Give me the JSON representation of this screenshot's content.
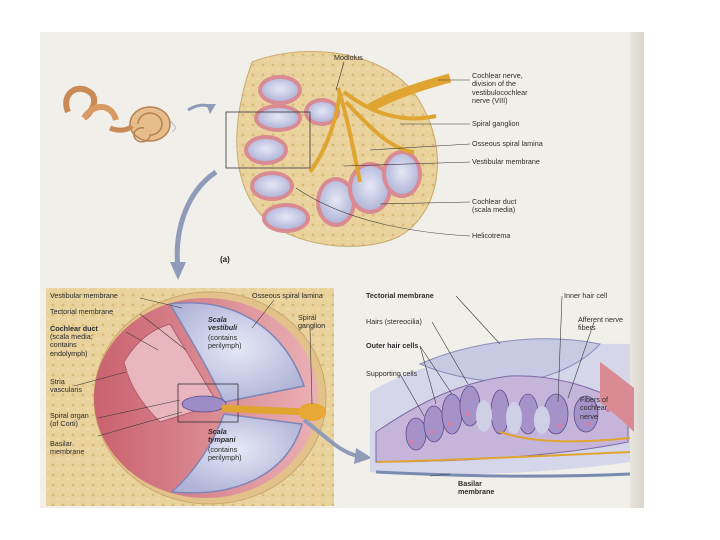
{
  "colors": {
    "background": "#ffffff",
    "page": "#f1efe9",
    "bone": "#e7d19a",
    "perilymph": "#c9cbe6",
    "membrane_pink": "#d98a92",
    "nerve": "#e0a431",
    "hair_cells": "#7c6aa4"
  },
  "panel_a": {
    "label": "(a)",
    "labels": {
      "modiolus": "Modiolus",
      "cochlear_nerve": "Cochlear nerve,\ndivision of the\nvestibulocochlear\nnerve (VIII)",
      "spiral_ganglion": "Spiral ganglion",
      "osseous_spiral_lamina": "Osseous spiral lamina",
      "vestibular_membrane": "Vestibular membrane",
      "cochlear_duct": "Cochlear duct\n(scala media)",
      "helicotrema": "Helicotrema"
    }
  },
  "panel_b": {
    "labels": {
      "vestibular_membrane": "Vestibular membrane",
      "tectorial_membrane": "Tectorial membrane",
      "cochlear_duct_title": "Cochlear duct",
      "cochlear_duct_desc": "(scala media;\ncontains\nendolymph)",
      "stria_vascularis": "Stria\nvascularis",
      "spiral_organ": "Spiral organ\n(of Corti)",
      "basilar_membrane": "Basilar\nmembrane",
      "osseous_spiral_lamina": "Osseous spiral lamina",
      "spiral_ganglion": "Spiral\nganglion",
      "scala_vestibuli_title": "Scala\nvestibuli",
      "scala_vestibuli_desc": "(contains\nperilymph)",
      "scala_tympani_title": "Scala\ntympani",
      "scala_tympani_desc": "(contains\nperilymph)"
    }
  },
  "panel_c": {
    "labels": {
      "tectorial_membrane": "Tectorial membrane",
      "inner_hair_cell": "Inner hair cell",
      "hairs": "Hairs (stereocilia)",
      "afferent_nerve_fibers": "Afferent nerve\nfibers",
      "outer_hair_cells": "Outer hair cells",
      "supporting_cells": "Supporting cells",
      "fibers_cochlear_nerve": "Fibers of\ncochlear\nnerve",
      "basilar_membrane": "Basilar\nmembrane"
    }
  }
}
